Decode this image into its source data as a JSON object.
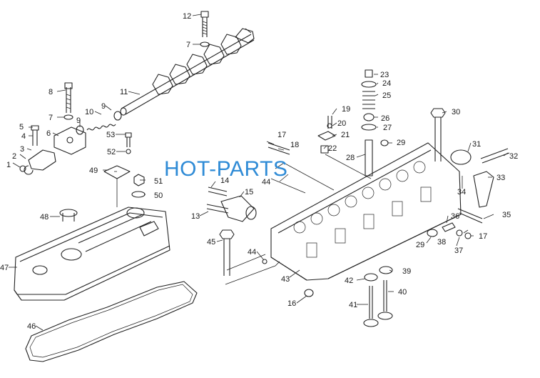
{
  "watermark": {
    "text": "HOT-PARTS",
    "color": "#2f8bd6"
  },
  "callouts": [
    {
      "id": "c1",
      "label": "1"
    },
    {
      "id": "c2",
      "label": "2"
    },
    {
      "id": "c3",
      "label": "3"
    },
    {
      "id": "c4",
      "label": "4"
    },
    {
      "id": "c5",
      "label": "5"
    },
    {
      "id": "c6",
      "label": "6"
    },
    {
      "id": "c7a",
      "label": "7"
    },
    {
      "id": "c7b",
      "label": "7"
    },
    {
      "id": "c8",
      "label": "8"
    },
    {
      "id": "c9a",
      "label": "9"
    },
    {
      "id": "c9b",
      "label": "9"
    },
    {
      "id": "c10",
      "label": "10"
    },
    {
      "id": "c11",
      "label": "11"
    },
    {
      "id": "c12",
      "label": "12"
    },
    {
      "id": "c13",
      "label": "13"
    },
    {
      "id": "c14",
      "label": "14"
    },
    {
      "id": "c15",
      "label": "15"
    },
    {
      "id": "c16",
      "label": "16"
    },
    {
      "id": "c17a",
      "label": "17"
    },
    {
      "id": "c17b",
      "label": "17"
    },
    {
      "id": "c18",
      "label": "18"
    },
    {
      "id": "c19",
      "label": "19"
    },
    {
      "id": "c20",
      "label": "20"
    },
    {
      "id": "c21",
      "label": "21"
    },
    {
      "id": "c22",
      "label": "22"
    },
    {
      "id": "c23",
      "label": "23"
    },
    {
      "id": "c24",
      "label": "24"
    },
    {
      "id": "c25",
      "label": "25"
    },
    {
      "id": "c26",
      "label": "26"
    },
    {
      "id": "c27",
      "label": "27"
    },
    {
      "id": "c28",
      "label": "28"
    },
    {
      "id": "c29a",
      "label": "29"
    },
    {
      "id": "c29b",
      "label": "29"
    },
    {
      "id": "c30",
      "label": "30"
    },
    {
      "id": "c31",
      "label": "31"
    },
    {
      "id": "c32",
      "label": "32"
    },
    {
      "id": "c33",
      "label": "33"
    },
    {
      "id": "c34",
      "label": "34"
    },
    {
      "id": "c35",
      "label": "35"
    },
    {
      "id": "c36",
      "label": "36"
    },
    {
      "id": "c37",
      "label": "37"
    },
    {
      "id": "c38",
      "label": "38"
    },
    {
      "id": "c39",
      "label": "39"
    },
    {
      "id": "c40",
      "label": "40"
    },
    {
      "id": "c41",
      "label": "41"
    },
    {
      "id": "c42",
      "label": "42"
    },
    {
      "id": "c43",
      "label": "43"
    },
    {
      "id": "c44a",
      "label": "44"
    },
    {
      "id": "c44b",
      "label": "44"
    },
    {
      "id": "c45",
      "label": "45"
    },
    {
      "id": "c46",
      "label": "46"
    },
    {
      "id": "c47",
      "label": "47"
    },
    {
      "id": "c48",
      "label": "48"
    },
    {
      "id": "c49",
      "label": "49"
    },
    {
      "id": "c50",
      "label": "50"
    },
    {
      "id": "c51",
      "label": "51"
    },
    {
      "id": "c52",
      "label": "52"
    },
    {
      "id": "c53",
      "label": "53"
    }
  ]
}
